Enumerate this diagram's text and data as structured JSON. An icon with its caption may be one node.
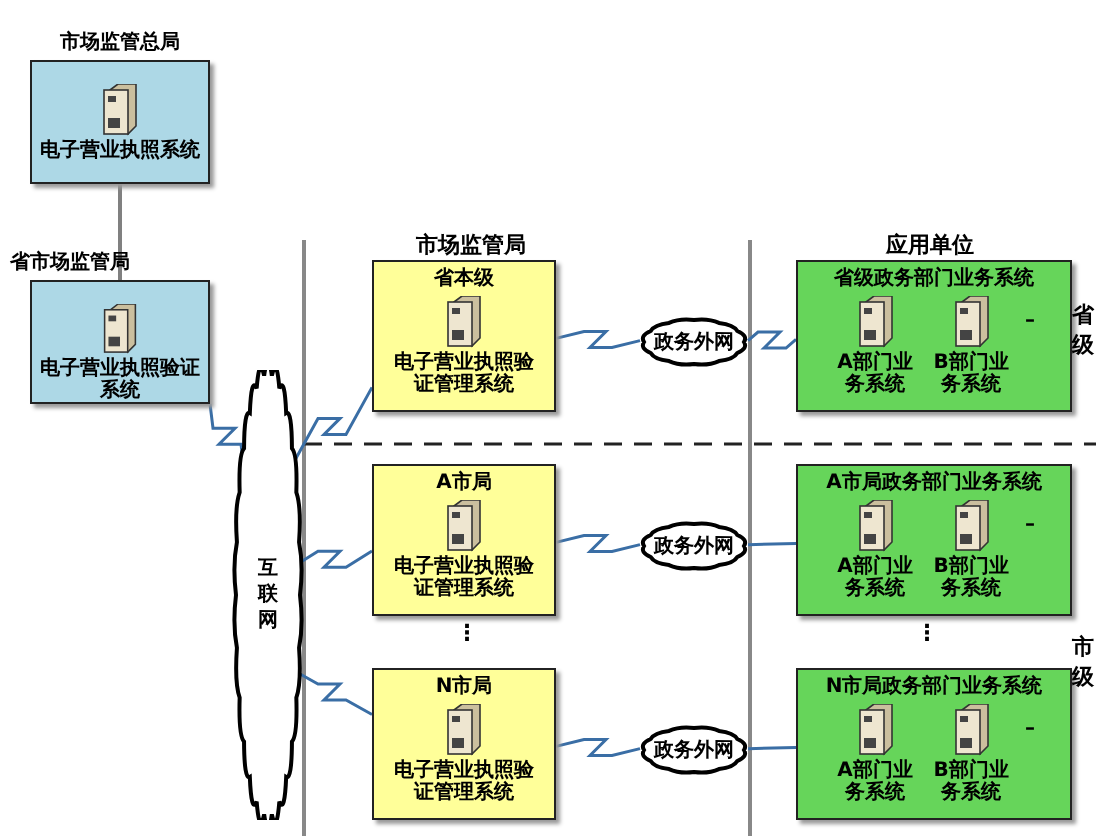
{
  "diagram": {
    "nodes": [
      {
        "text": [
          "市场监管总局",
          "电子营业执照系统"
        ]
      },
      {
        "text": [
          "省市场监管局",
          "电子营业执照验证系统"
        ]
      },
      {
        "text": [
          "互联网"
        ]
      },
      {
        "text": [
          "省本级",
          "电子营业执照验证管理系统"
        ]
      },
      {
        "text": [
          "A市局",
          "电子营业执照验证管理系统"
        ]
      },
      {
        "text": [
          "N市局",
          "电子营业执照验证管理系统"
        ]
      },
      {
        "text": [
          "政务外网"
        ]
      },
      {
        "text": [
          "政务外网"
        ]
      },
      {
        "text": [
          "政务外网"
        ]
      },
      {
        "text": [
          "省级政务部门业务系统",
          "A部门业务系统",
          "B部门业务系统",
          "–"
        ]
      },
      {
        "text": [
          "A市局政务部门业务系统",
          "A部门业务系统",
          "B部门业务系统",
          "–"
        ]
      },
      {
        "text": [
          "N市局政务部门业务系统",
          "A部门业务系统",
          "B部门业务系统",
          "–"
        ]
      }
    ],
    "edges": [
      {
        "from": 0,
        "to": 1,
        "arrow": "none",
        "color": "#808080"
      },
      {
        "from": 1,
        "to": 2,
        "arrow": "none"
      },
      {
        "from": 2,
        "to": 3,
        "arrow": "none"
      },
      {
        "from": 2,
        "to": 4,
        "arrow": "none"
      },
      {
        "from": 2,
        "to": 5,
        "arrow": "none"
      },
      {
        "from": 3,
        "to": 6,
        "arrow": "none"
      },
      {
        "from": 4,
        "to": 7,
        "arrow": "none"
      },
      {
        "from": 5,
        "to": 8,
        "arrow": "none"
      },
      {
        "from": 6,
        "to": 9,
        "arrow": "none"
      },
      {
        "from": 7,
        "to": 10,
        "arrow": "none"
      },
      {
        "from": 8,
        "to": 11,
        "arrow": "none"
      }
    ],
    "labels": [
      "市场监管局",
      "应用单位",
      "省级",
      "⋮",
      "⋮",
      "市级"
    ]
  }
}
